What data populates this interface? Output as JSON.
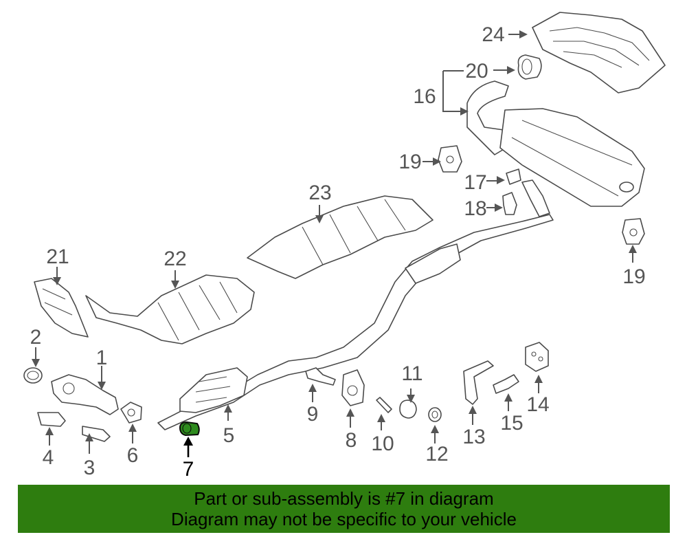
{
  "callouts": [
    "1",
    "2",
    "3",
    "4",
    "5",
    "6",
    "7",
    "8",
    "9",
    "10",
    "11",
    "12",
    "13",
    "14",
    "15",
    "16",
    "17",
    "18",
    "19",
    "19",
    "20",
    "21",
    "22",
    "23",
    "24"
  ],
  "highlighted_part": "7",
  "banner": {
    "line1": "Part or sub-assembly is #7 in diagram",
    "line2": "Diagram may not be specific to your vehicle"
  },
  "colors": {
    "banner": "#2e7d0f",
    "highlight": "#2e8b1e"
  }
}
